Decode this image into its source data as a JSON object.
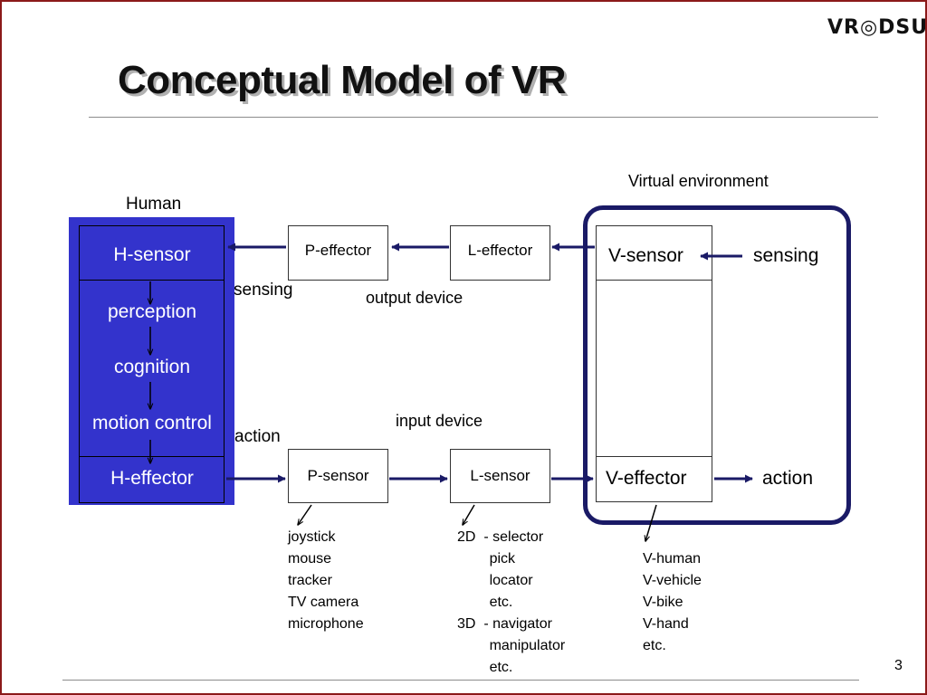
{
  "slide": {
    "logo": "VR◎DSU",
    "title": "Conceptual Model of VR",
    "page_number": "3"
  },
  "human": {
    "label": "Human",
    "h_sensor": "H-sensor",
    "perception": "perception",
    "cognition": "cognition",
    "motion_control": "motion control",
    "h_effector": "H-effector"
  },
  "output_path": {
    "p_effector": "P-effector",
    "l_effector": "L-effector",
    "sensing_label": "sensing",
    "device_label": "output device"
  },
  "input_path": {
    "p_sensor": "P-sensor",
    "l_sensor": "L-sensor",
    "action_label": "action",
    "device_label": "input device"
  },
  "virtual_environment": {
    "label": "Virtual environment",
    "v_sensor": "V-sensor",
    "v_effector": "V-effector",
    "sensing": "sensing",
    "action": "action"
  },
  "lists": {
    "devices": [
      "joystick",
      "mouse",
      "tracker",
      "TV camera",
      "microphone"
    ],
    "selectors": [
      "2D  - selector",
      "        pick",
      "        locator",
      "        etc.",
      "3D  - navigator",
      "        manipulator",
      "        etc."
    ],
    "agents": [
      "V-human",
      "V-vehicle",
      "V-bike",
      "V-hand",
      "etc."
    ]
  },
  "colors": {
    "human_fill": "#3333cc",
    "arrow": "#1a1a66",
    "frame": "#1a1a66"
  }
}
